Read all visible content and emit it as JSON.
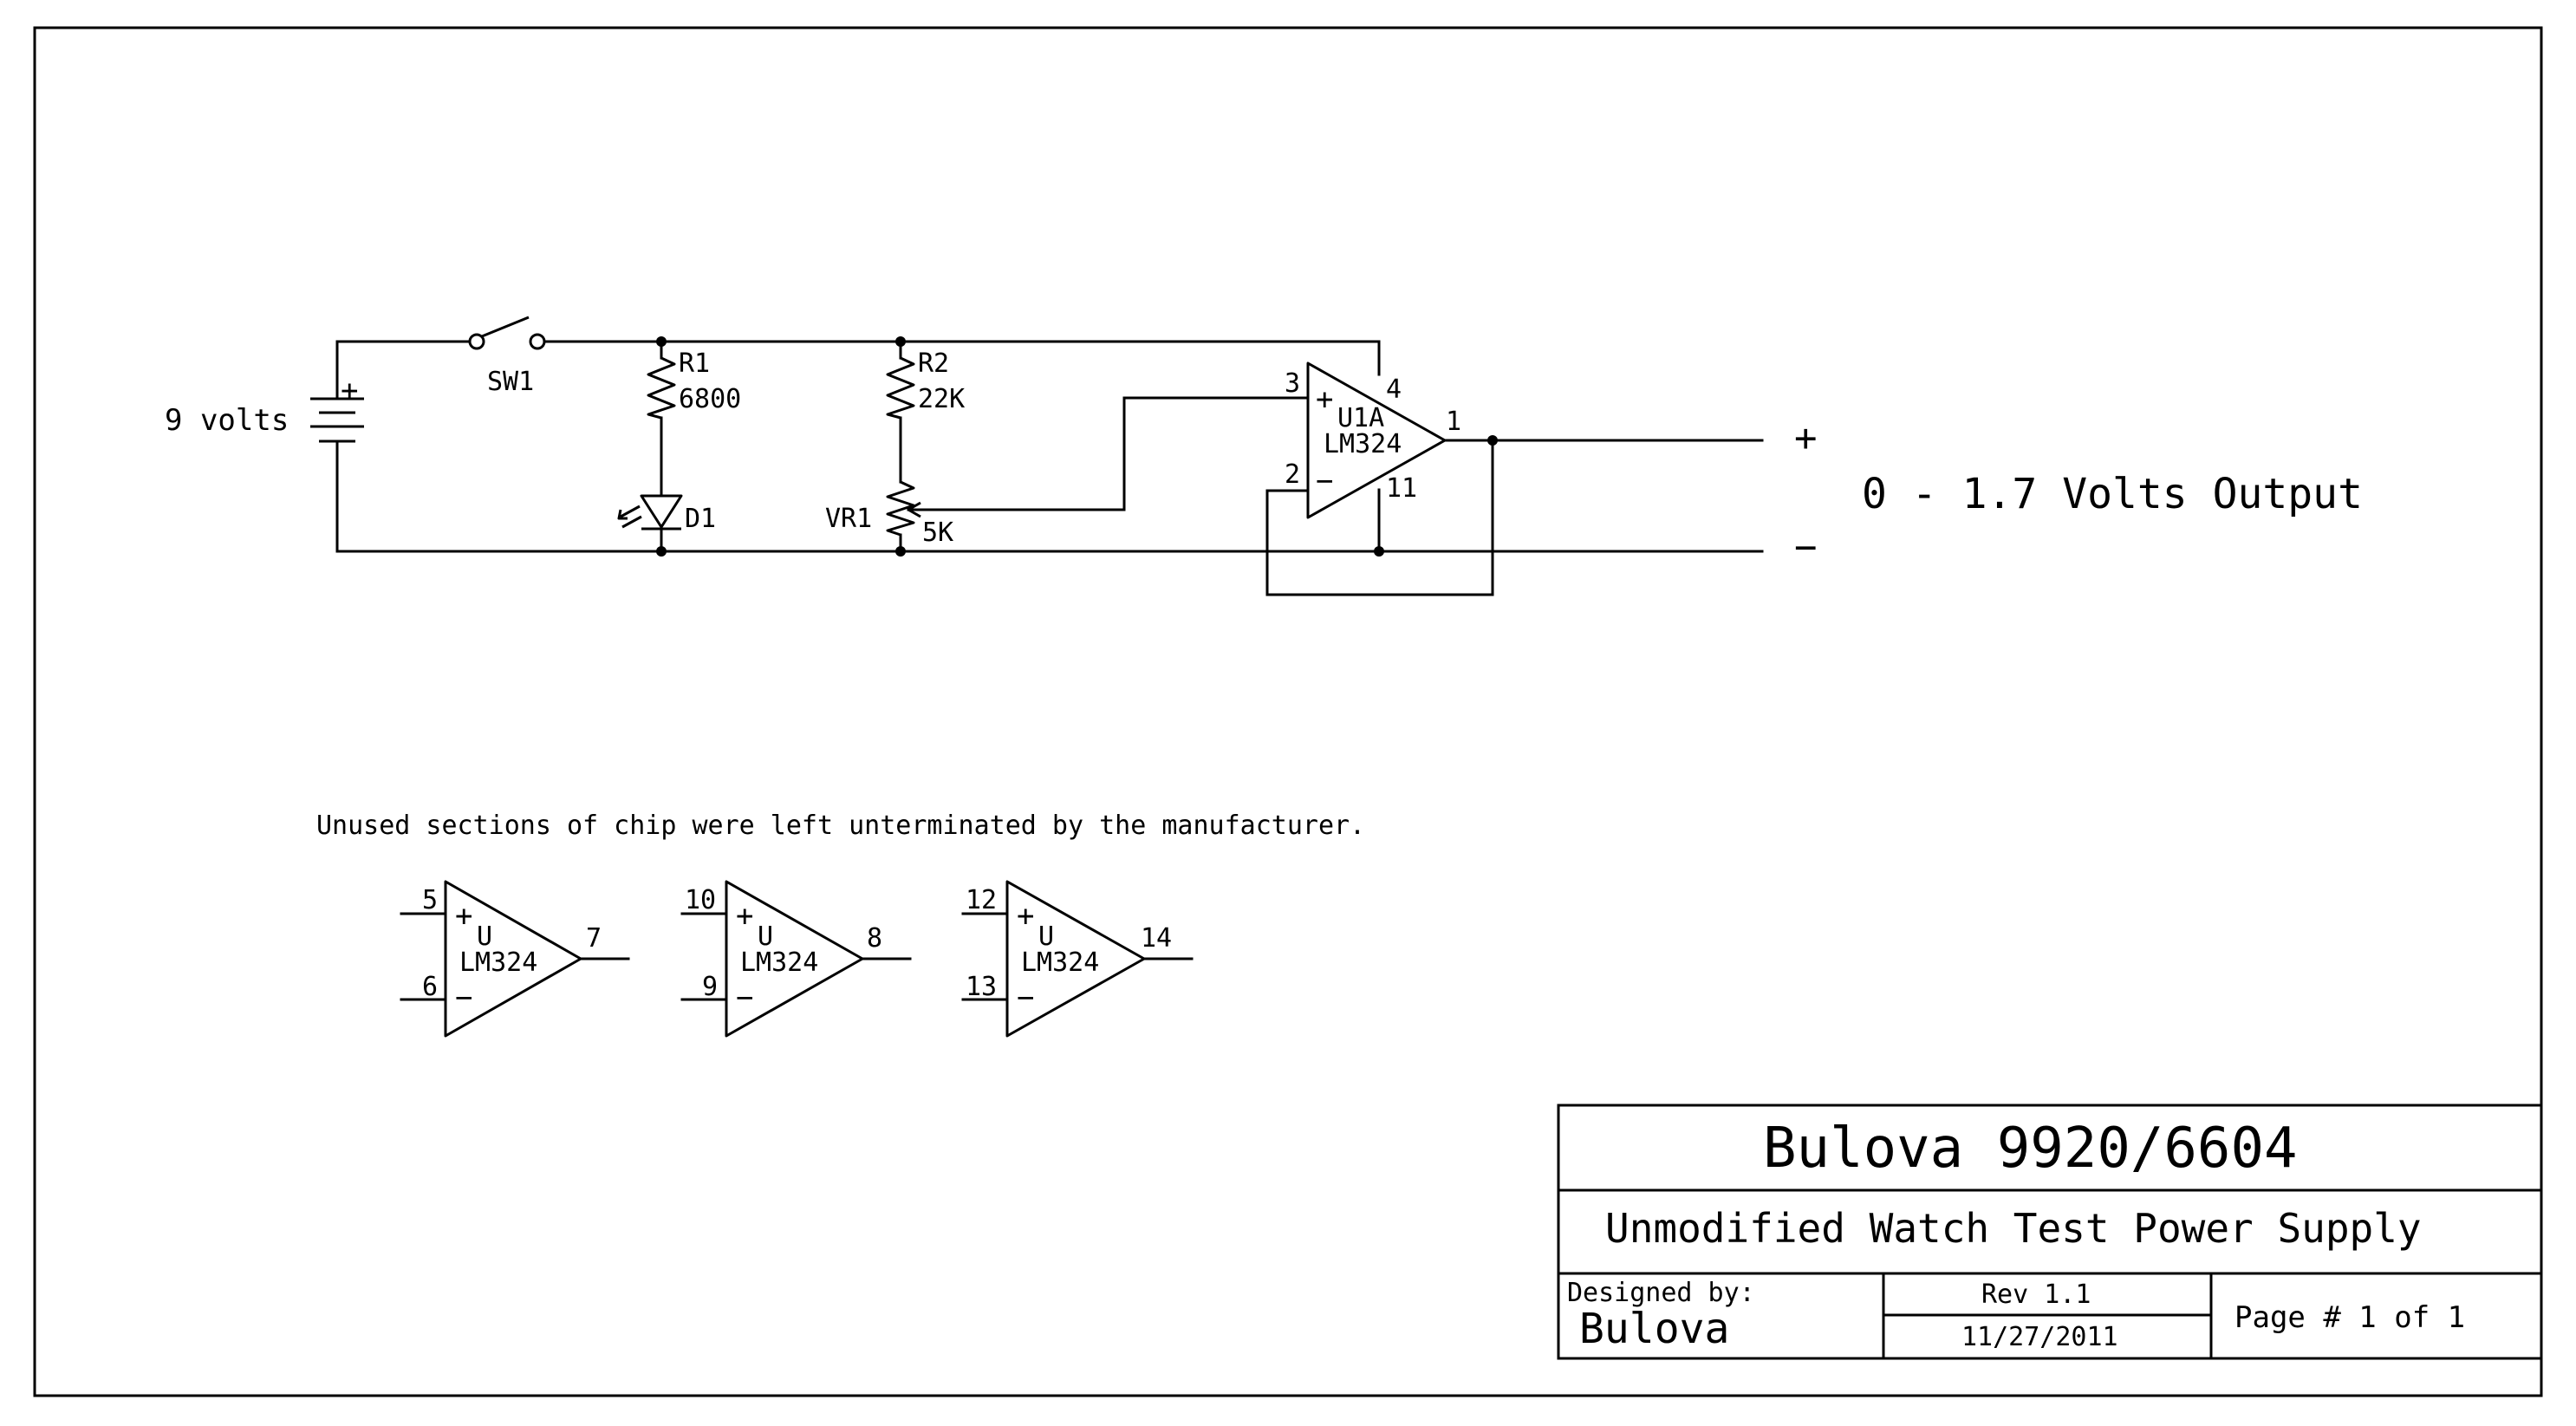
{
  "battery": {
    "label": "9 volts",
    "plus": "+"
  },
  "switch": {
    "ref": "SW1"
  },
  "r1": {
    "ref": "R1",
    "value": "6800"
  },
  "r2": {
    "ref": "R2",
    "value": "22K"
  },
  "led": {
    "ref": "D1"
  },
  "vr1": {
    "ref": "VR1",
    "value": "5K"
  },
  "u1a": {
    "ref": "U1A",
    "part": "LM324",
    "pin_noninv": "3",
    "pin_inv": "2",
    "pin_vcc": "4",
    "pin_gnd": "11",
    "pin_out": "1",
    "sign_plus": "+",
    "sign_minus": "−"
  },
  "output": {
    "plus": "+",
    "minus": "−",
    "label": "0 - 1.7 Volts Output"
  },
  "note": "Unused sections of chip were left unterminated by the manufacturer.",
  "unused": [
    {
      "ref": "U",
      "part": "LM324",
      "pin_plus": "5",
      "pin_minus": "6",
      "pin_out": "7"
    },
    {
      "ref": "U",
      "part": "LM324",
      "pin_plus": "10",
      "pin_minus": "9",
      "pin_out": "8"
    },
    {
      "ref": "U",
      "part": "LM324",
      "pin_plus": "12",
      "pin_minus": "13",
      "pin_out": "14"
    }
  ],
  "title_block": {
    "title": "Bulova 9920/6604",
    "subtitle": "Unmodified Watch Test Power Supply",
    "designed_by_label": "Designed by:",
    "designer": "Bulova",
    "rev": "Rev 1.1",
    "date": "11/27/2011",
    "page": "Page # 1 of 1"
  }
}
